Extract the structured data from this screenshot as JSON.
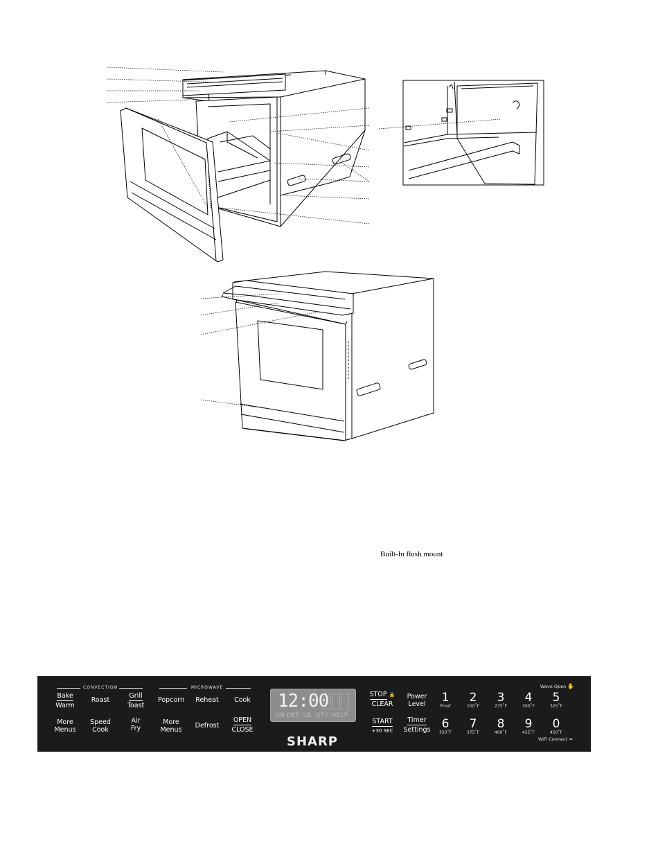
{
  "caption": "Built-In flush mount",
  "panel": {
    "convection_label": "CONVECTION",
    "microwave_label": "MICROWAVE",
    "buttons": {
      "bake": "Bake",
      "warm": "Warm",
      "roast": "Roast",
      "grill": "Grill",
      "toast": "Toast",
      "more1": "More",
      "menus1": "Menus",
      "speed": "Speed",
      "cook1": "Cook",
      "air": "Air",
      "fry": "Fry",
      "popcorn": "Popcorn",
      "reheat": "Reheat",
      "cook2": "Cook",
      "more2": "More",
      "menus2": "Menus",
      "defrost": "Defrost",
      "open": "OPEN",
      "close": "CLOSE",
      "stop": "STOP",
      "clear": "CLEAR",
      "start": "START",
      "plus30": "+30 SEC",
      "power": "Power",
      "level": "Level",
      "timer": "Timer",
      "settings": "Settings"
    },
    "display": {
      "time": "12:00",
      "indicators": "ON DEF. LB. QTY. HELP"
    },
    "brand": "SHARP",
    "numbers": [
      {
        "digit": "1",
        "sub": "Proof"
      },
      {
        "digit": "2",
        "sub": "150˚F"
      },
      {
        "digit": "3",
        "sub": "275˚F"
      },
      {
        "digit": "4",
        "sub": "300˚F"
      },
      {
        "digit": "5",
        "sub": "325˚F"
      },
      {
        "digit": "6",
        "sub": "350˚F"
      },
      {
        "digit": "7",
        "sub": "375˚F"
      },
      {
        "digit": "8",
        "sub": "400˚F"
      },
      {
        "digit": "9",
        "sub": "425˚F"
      },
      {
        "digit": "0",
        "sub": "450˚F"
      }
    ],
    "wave_open": "Wave Open",
    "wifi_connect": "WiFi Connect"
  }
}
